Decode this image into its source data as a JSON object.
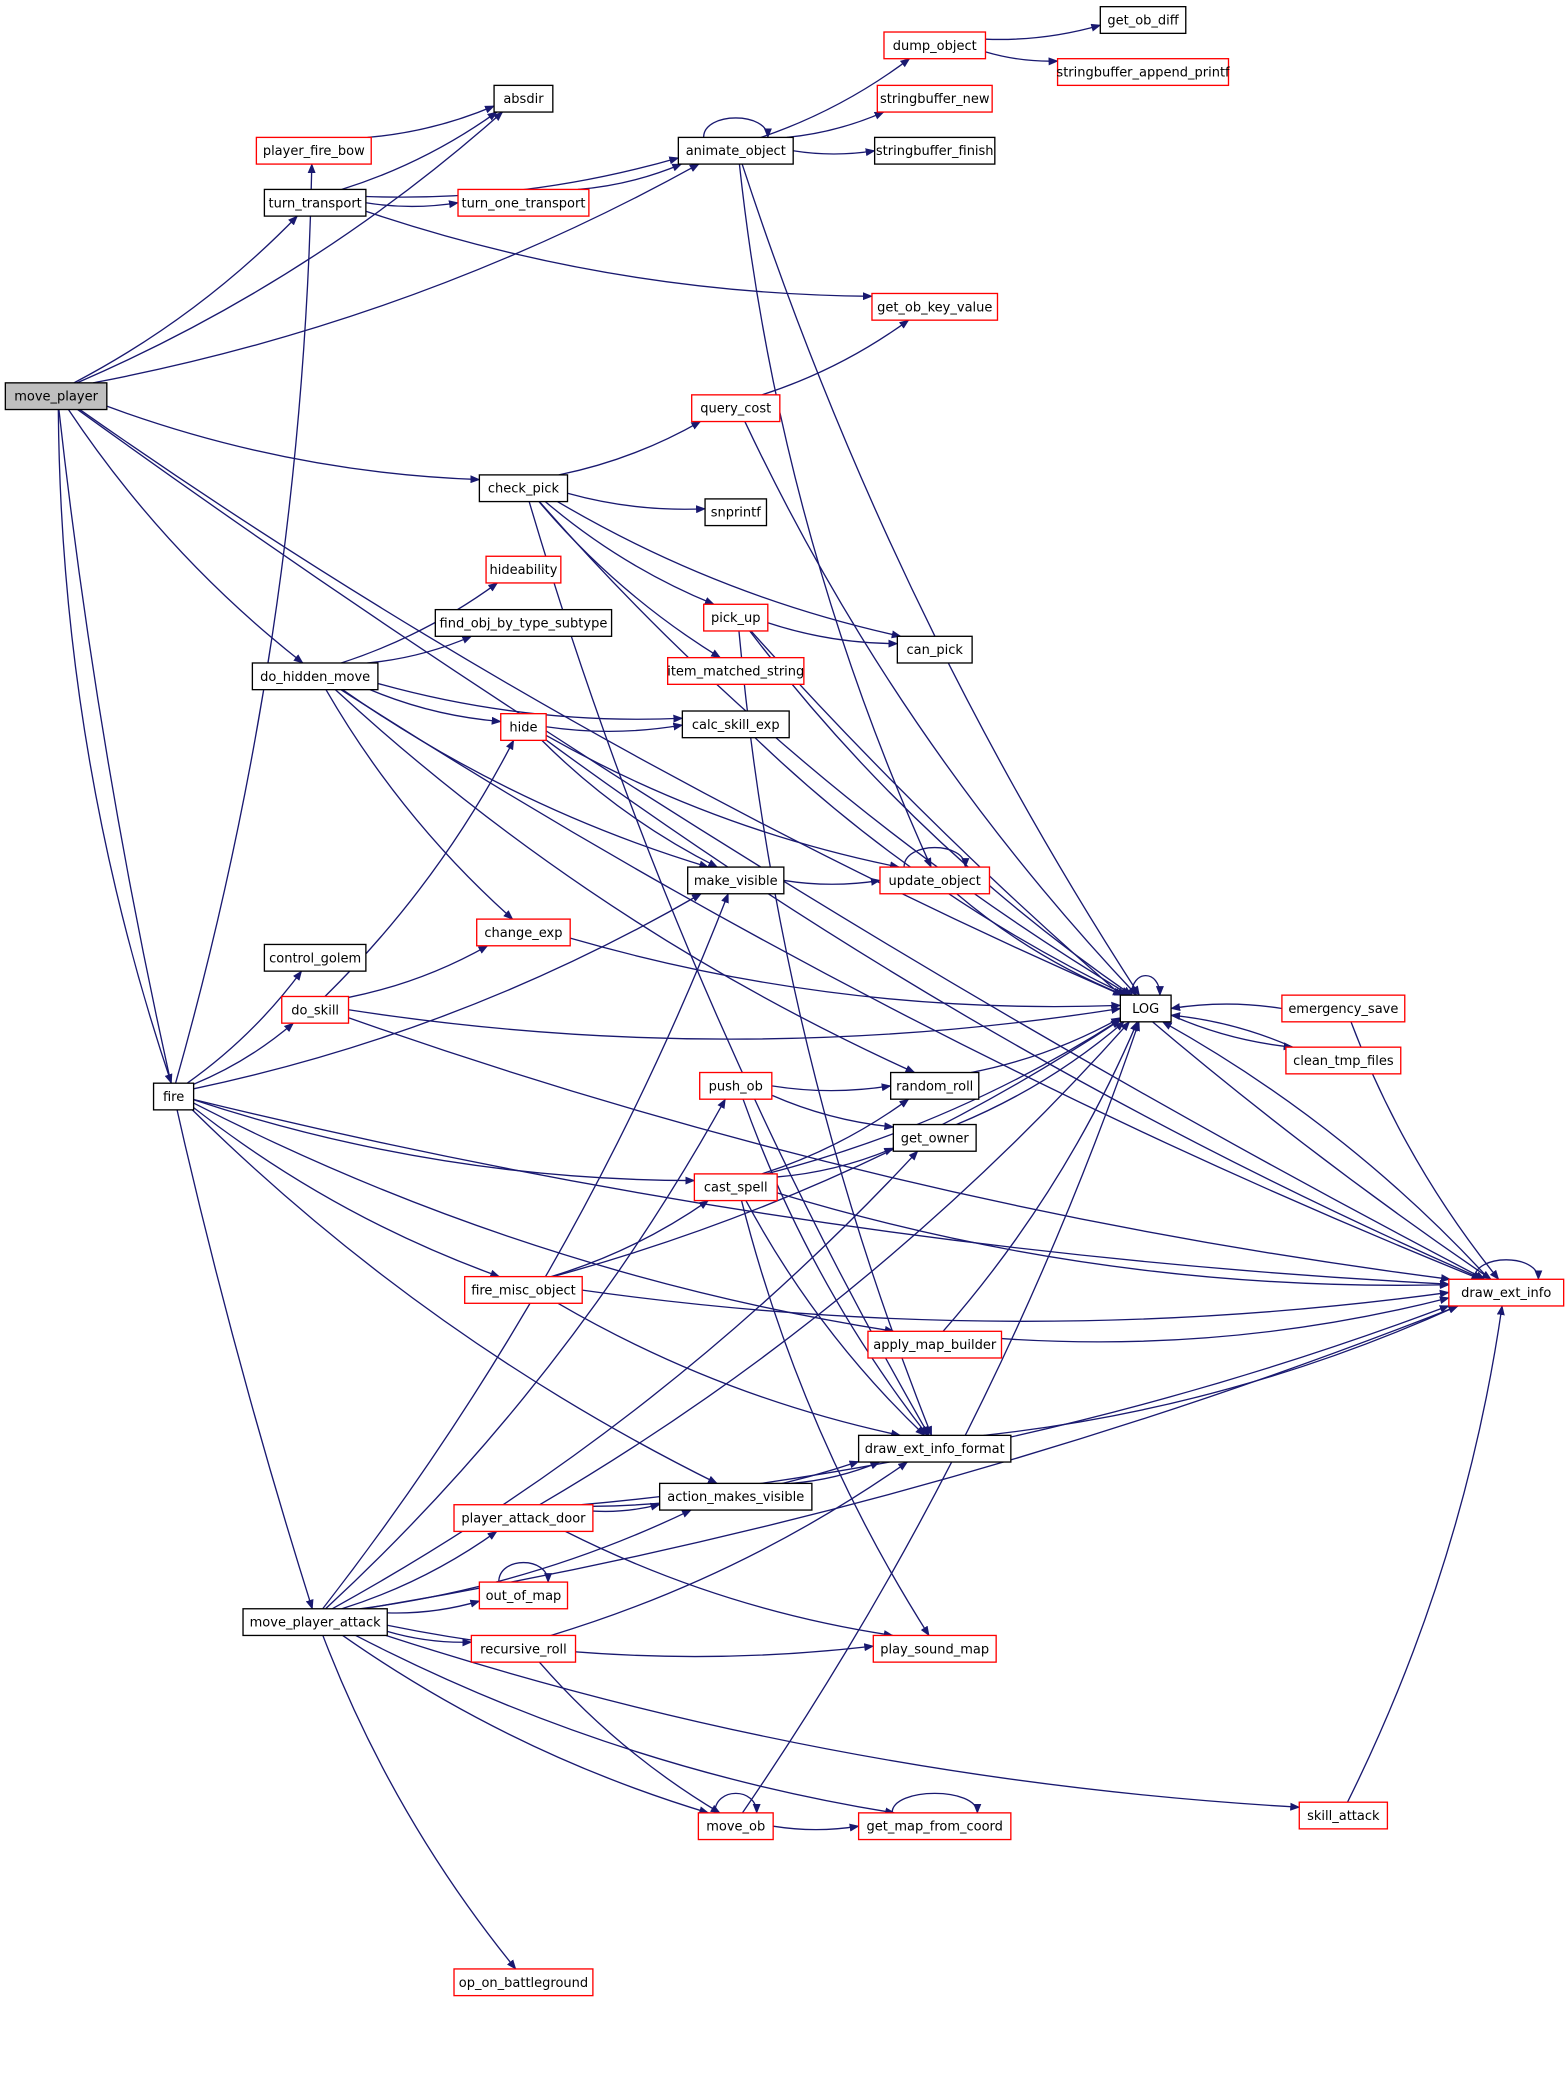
{
  "colors": {
    "edge": "#191970",
    "border_linked": "#000000",
    "border_truncated": "#ff0000",
    "fill_default": "#ffffff",
    "fill_root": "#bfbfbf"
  },
  "graph": {
    "root": "move_player",
    "nodes": [
      {
        "id": "move_player",
        "label": "move_player",
        "style": "root"
      },
      {
        "id": "absdir",
        "label": "absdir",
        "style": "linked"
      },
      {
        "id": "player_fire_bow",
        "label": "player_fire_bow",
        "style": "truncated"
      },
      {
        "id": "turn_transport",
        "label": "turn_transport",
        "style": "linked"
      },
      {
        "id": "turn_one_transport",
        "label": "turn_one_transport",
        "style": "truncated"
      },
      {
        "id": "animate_object",
        "label": "animate_object",
        "style": "linked"
      },
      {
        "id": "dump_object",
        "label": "dump_object",
        "style": "truncated"
      },
      {
        "id": "get_ob_diff",
        "label": "get_ob_diff",
        "style": "linked"
      },
      {
        "id": "stringbuffer_append_printf",
        "label": "stringbuffer_append_printf",
        "style": "truncated"
      },
      {
        "id": "stringbuffer_new",
        "label": "stringbuffer_new",
        "style": "truncated"
      },
      {
        "id": "stringbuffer_finish",
        "label": "stringbuffer_finish",
        "style": "linked"
      },
      {
        "id": "get_ob_key_value",
        "label": "get_ob_key_value",
        "style": "truncated"
      },
      {
        "id": "query_cost",
        "label": "query_cost",
        "style": "truncated"
      },
      {
        "id": "check_pick",
        "label": "check_pick",
        "style": "linked"
      },
      {
        "id": "snprintf",
        "label": "snprintf",
        "style": "linked"
      },
      {
        "id": "hideability",
        "label": "hideability",
        "style": "truncated"
      },
      {
        "id": "find_obj_by_type_subtype",
        "label": "find_obj_by_type_subtype",
        "style": "linked"
      },
      {
        "id": "pick_up",
        "label": "pick_up",
        "style": "truncated"
      },
      {
        "id": "can_pick",
        "label": "can_pick",
        "style": "linked"
      },
      {
        "id": "do_hidden_move",
        "label": "do_hidden_move",
        "style": "linked"
      },
      {
        "id": "item_matched_string",
        "label": "item_matched_string",
        "style": "truncated"
      },
      {
        "id": "hide",
        "label": "hide",
        "style": "truncated"
      },
      {
        "id": "calc_skill_exp",
        "label": "calc_skill_exp",
        "style": "linked"
      },
      {
        "id": "make_visible",
        "label": "make_visible",
        "style": "linked"
      },
      {
        "id": "update_object",
        "label": "update_object",
        "style": "truncated"
      },
      {
        "id": "change_exp",
        "label": "change_exp",
        "style": "truncated"
      },
      {
        "id": "control_golem",
        "label": "control_golem",
        "style": "linked"
      },
      {
        "id": "do_skill",
        "label": "do_skill",
        "style": "truncated"
      },
      {
        "id": "LOG",
        "label": "LOG",
        "style": "linked"
      },
      {
        "id": "emergency_save",
        "label": "emergency_save",
        "style": "truncated"
      },
      {
        "id": "clean_tmp_files",
        "label": "clean_tmp_files",
        "style": "truncated"
      },
      {
        "id": "fire",
        "label": "fire",
        "style": "linked"
      },
      {
        "id": "push_ob",
        "label": "push_ob",
        "style": "truncated"
      },
      {
        "id": "random_roll",
        "label": "random_roll",
        "style": "linked"
      },
      {
        "id": "get_owner",
        "label": "get_owner",
        "style": "linked"
      },
      {
        "id": "cast_spell",
        "label": "cast_spell",
        "style": "truncated"
      },
      {
        "id": "fire_misc_object",
        "label": "fire_misc_object",
        "style": "truncated"
      },
      {
        "id": "draw_ext_info",
        "label": "draw_ext_info",
        "style": "truncated"
      },
      {
        "id": "apply_map_builder",
        "label": "apply_map_builder",
        "style": "truncated"
      },
      {
        "id": "draw_ext_info_format",
        "label": "draw_ext_info_format",
        "style": "linked"
      },
      {
        "id": "action_makes_visible",
        "label": "action_makes_visible",
        "style": "linked"
      },
      {
        "id": "player_attack_door",
        "label": "player_attack_door",
        "style": "truncated"
      },
      {
        "id": "out_of_map",
        "label": "out_of_map",
        "style": "truncated"
      },
      {
        "id": "move_player_attack",
        "label": "move_player_attack",
        "style": "linked"
      },
      {
        "id": "recursive_roll",
        "label": "recursive_roll",
        "style": "truncated"
      },
      {
        "id": "play_sound_map",
        "label": "play_sound_map",
        "style": "truncated"
      },
      {
        "id": "move_ob",
        "label": "move_ob",
        "style": "truncated"
      },
      {
        "id": "get_map_from_coord",
        "label": "get_map_from_coord",
        "style": "truncated"
      },
      {
        "id": "skill_attack",
        "label": "skill_attack",
        "style": "truncated"
      },
      {
        "id": "op_on_battleground",
        "label": "op_on_battleground",
        "style": "truncated"
      }
    ],
    "edges": [
      [
        "move_player",
        "absdir"
      ],
      [
        "move_player",
        "animate_object"
      ],
      [
        "move_player",
        "turn_transport"
      ],
      [
        "move_player",
        "LOG"
      ],
      [
        "move_player",
        "check_pick"
      ],
      [
        "move_player",
        "do_hidden_move"
      ],
      [
        "move_player",
        "fire"
      ],
      [
        "move_player",
        "move_player_attack"
      ],
      [
        "move_player",
        "draw_ext_info"
      ],
      [
        "player_fire_bow",
        "absdir"
      ],
      [
        "turn_transport",
        "absdir"
      ],
      [
        "turn_transport",
        "animate_object"
      ],
      [
        "turn_transport",
        "turn_one_transport"
      ],
      [
        "turn_transport",
        "get_ob_key_value"
      ],
      [
        "turn_one_transport",
        "animate_object"
      ],
      [
        "animate_object",
        "animate_object"
      ],
      [
        "animate_object",
        "dump_object"
      ],
      [
        "animate_object",
        "stringbuffer_new"
      ],
      [
        "animate_object",
        "stringbuffer_finish"
      ],
      [
        "animate_object",
        "LOG"
      ],
      [
        "animate_object",
        "update_object"
      ],
      [
        "dump_object",
        "get_ob_diff"
      ],
      [
        "dump_object",
        "stringbuffer_append_printf"
      ],
      [
        "query_cost",
        "get_ob_key_value"
      ],
      [
        "query_cost",
        "LOG"
      ],
      [
        "check_pick",
        "query_cost"
      ],
      [
        "check_pick",
        "snprintf"
      ],
      [
        "check_pick",
        "can_pick"
      ],
      [
        "check_pick",
        "pick_up"
      ],
      [
        "check_pick",
        "item_matched_string"
      ],
      [
        "check_pick",
        "draw_ext_info_format"
      ],
      [
        "check_pick",
        "LOG"
      ],
      [
        "pick_up",
        "can_pick"
      ],
      [
        "pick_up",
        "LOG"
      ],
      [
        "pick_up",
        "draw_ext_info"
      ],
      [
        "pick_up",
        "draw_ext_info_format"
      ],
      [
        "do_hidden_move",
        "hideability"
      ],
      [
        "do_hidden_move",
        "find_obj_by_type_subtype"
      ],
      [
        "do_hidden_move",
        "hide"
      ],
      [
        "do_hidden_move",
        "calc_skill_exp"
      ],
      [
        "do_hidden_move",
        "make_visible"
      ],
      [
        "do_hidden_move",
        "random_roll"
      ],
      [
        "do_hidden_move",
        "change_exp"
      ],
      [
        "do_hidden_move",
        "draw_ext_info"
      ],
      [
        "hide",
        "calc_skill_exp"
      ],
      [
        "hide",
        "make_visible"
      ],
      [
        "hide",
        "update_object"
      ],
      [
        "hide",
        "draw_ext_info"
      ],
      [
        "calc_skill_exp",
        "LOG"
      ],
      [
        "make_visible",
        "update_object"
      ],
      [
        "update_object",
        "update_object"
      ],
      [
        "update_object",
        "LOG"
      ],
      [
        "change_exp",
        "LOG"
      ],
      [
        "do_skill",
        "hide"
      ],
      [
        "do_skill",
        "change_exp"
      ],
      [
        "do_skill",
        "LOG"
      ],
      [
        "do_skill",
        "draw_ext_info"
      ],
      [
        "LOG",
        "LOG"
      ],
      [
        "LOG",
        "clean_tmp_files"
      ],
      [
        "emergency_save",
        "LOG"
      ],
      [
        "emergency_save",
        "draw_ext_info"
      ],
      [
        "clean_tmp_files",
        "LOG"
      ],
      [
        "fire",
        "player_fire_bow"
      ],
      [
        "fire",
        "make_visible"
      ],
      [
        "fire",
        "control_golem"
      ],
      [
        "fire",
        "do_skill"
      ],
      [
        "fire",
        "cast_spell"
      ],
      [
        "fire",
        "fire_misc_object"
      ],
      [
        "fire",
        "apply_map_builder"
      ],
      [
        "fire",
        "action_makes_visible"
      ],
      [
        "fire",
        "draw_ext_info"
      ],
      [
        "push_ob",
        "random_roll"
      ],
      [
        "push_ob",
        "get_owner"
      ],
      [
        "push_ob",
        "draw_ext_info_format"
      ],
      [
        "random_roll",
        "LOG"
      ],
      [
        "get_owner",
        "LOG"
      ],
      [
        "cast_spell",
        "random_roll"
      ],
      [
        "cast_spell",
        "get_owner"
      ],
      [
        "cast_spell",
        "LOG"
      ],
      [
        "cast_spell",
        "draw_ext_info"
      ],
      [
        "cast_spell",
        "draw_ext_info_format"
      ],
      [
        "cast_spell",
        "play_sound_map"
      ],
      [
        "fire_misc_object",
        "cast_spell"
      ],
      [
        "fire_misc_object",
        "LOG"
      ],
      [
        "fire_misc_object",
        "draw_ext_info"
      ],
      [
        "fire_misc_object",
        "draw_ext_info_format"
      ],
      [
        "draw_ext_info",
        "draw_ext_info"
      ],
      [
        "draw_ext_info",
        "LOG"
      ],
      [
        "apply_map_builder",
        "LOG"
      ],
      [
        "apply_map_builder",
        "draw_ext_info"
      ],
      [
        "draw_ext_info_format",
        "draw_ext_info"
      ],
      [
        "action_makes_visible",
        "draw_ext_info_format"
      ],
      [
        "player_attack_door",
        "action_makes_visible"
      ],
      [
        "player_attack_door",
        "LOG"
      ],
      [
        "player_attack_door",
        "draw_ext_info_format"
      ],
      [
        "player_attack_door",
        "play_sound_map"
      ],
      [
        "player_attack_door",
        "draw_ext_info"
      ],
      [
        "out_of_map",
        "out_of_map"
      ],
      [
        "move_player_attack",
        "make_visible"
      ],
      [
        "move_player_attack",
        "push_ob"
      ],
      [
        "move_player_attack",
        "get_owner"
      ],
      [
        "move_player_attack",
        "action_makes_visible"
      ],
      [
        "move_player_attack",
        "player_attack_door"
      ],
      [
        "move_player_attack",
        "out_of_map"
      ],
      [
        "move_player_attack",
        "recursive_roll"
      ],
      [
        "move_player_attack",
        "play_sound_map"
      ],
      [
        "move_player_attack",
        "move_ob"
      ],
      [
        "move_player_attack",
        "get_map_from_coord"
      ],
      [
        "move_player_attack",
        "skill_attack"
      ],
      [
        "move_player_attack",
        "draw_ext_info"
      ],
      [
        "move_player_attack",
        "op_on_battleground"
      ],
      [
        "recursive_roll",
        "draw_ext_info_format"
      ],
      [
        "recursive_roll",
        "move_ob"
      ],
      [
        "move_ob",
        "move_ob"
      ],
      [
        "move_ob",
        "get_map_from_coord"
      ],
      [
        "move_ob",
        "LOG"
      ],
      [
        "get_map_from_coord",
        "get_map_from_coord"
      ],
      [
        "skill_attack",
        "draw_ext_info"
      ]
    ]
  }
}
